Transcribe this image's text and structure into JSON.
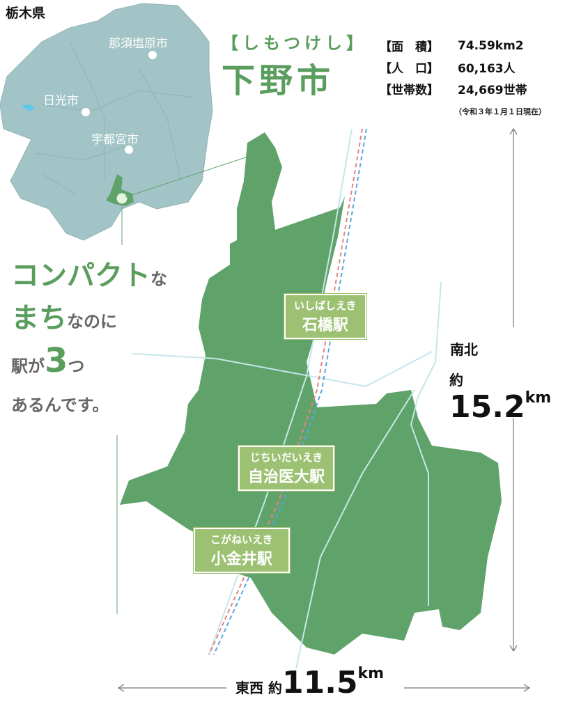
{
  "prefecture": {
    "title": "栃木県",
    "cities": [
      "那須塩原市",
      "日光市",
      "宇都宮市"
    ]
  },
  "city": {
    "kana": "【しもつけし】",
    "name": "下野市"
  },
  "stats": [
    {
      "label": "【面　積】",
      "value": "74.59km2"
    },
    {
      "label": "【人　口】",
      "value": "60,163人"
    },
    {
      "label": "【世帯数】",
      "value": "24,669世帯"
    }
  ],
  "stats_note": "（令和３年１月１日現在）",
  "headline": {
    "l1a": "コンパクト",
    "l1b": "な",
    "l2a": "まち",
    "l2b": "なのに",
    "l3a": "駅が",
    "l3b": "3",
    "l3c": "つ",
    "l4": "あるんです。"
  },
  "stations": [
    {
      "kana": "いしばしえき",
      "name": "石橋駅"
    },
    {
      "kana": "じちいだいえき",
      "name": "自治医大駅"
    },
    {
      "kana": "こがねいえき",
      "name": "小金井駅"
    }
  ],
  "dimensions": {
    "ns_label": "南北",
    "ns_prefix": "約",
    "ns_value": "15.2",
    "ns_unit": "km",
    "ew_label": "東西 約",
    "ew_value": "11.5",
    "ew_unit": "km"
  },
  "colors": {
    "green": "#5fa36a",
    "pref": "#a3c4c6",
    "station": "#9dc172",
    "heading": "#5a9e5e"
  }
}
